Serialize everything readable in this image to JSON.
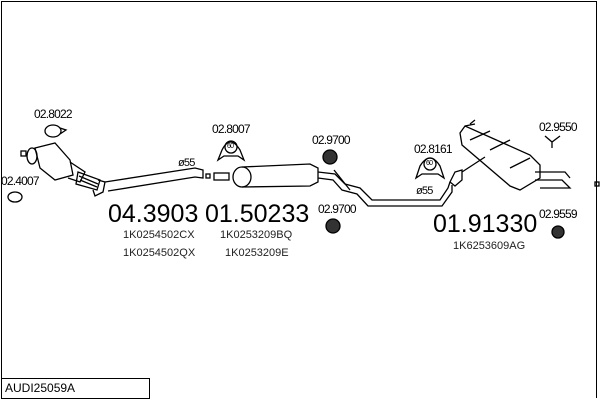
{
  "diagram_title": "AUDI25059A",
  "parts": [
    {
      "number": "02.8022",
      "type": "clamp"
    },
    {
      "number": "02.4007",
      "type": "gasket-ring"
    },
    {
      "number": "02.8007",
      "type": "clamp",
      "size": "60"
    },
    {
      "number": "02.9700",
      "type": "rubber-mount"
    },
    {
      "number": "02.9700",
      "type": "rubber-mount"
    },
    {
      "number": "02.8161",
      "type": "clamp",
      "size": "60"
    },
    {
      "number": "02.9550",
      "type": "bracket"
    },
    {
      "number": "02.9559",
      "type": "rubber-mount"
    }
  ],
  "main_parts": [
    {
      "number": "04.3903",
      "oe_numbers": [
        "1K0254502CX",
        "1K0254502QX"
      ]
    },
    {
      "number": "01.50233",
      "oe_numbers": [
        "1K0253209BQ",
        "1K0253209E"
      ]
    },
    {
      "number": "01.91330",
      "oe_numbers": [
        "1K6253609AG"
      ]
    }
  ],
  "diameters": [
    "ø55",
    "ø55"
  ]
}
